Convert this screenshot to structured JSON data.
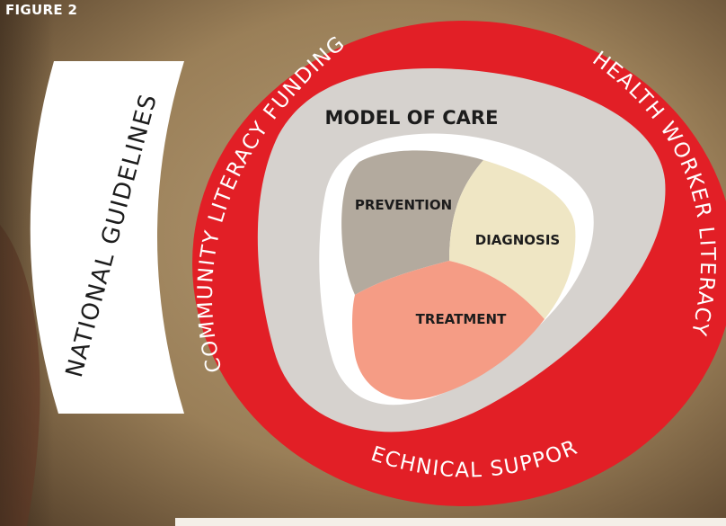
{
  "figure_label": "FIGURE 2",
  "left_panel": {
    "label": "NATIONAL GUIDELINES"
  },
  "outer_ring": {
    "labels": {
      "top_left": "COMMUNITY LITERACY FUNDING",
      "top_right": "HEALTH WORKER LITERACY",
      "bottom": "TECHNICAL SUPPORT"
    }
  },
  "model_of_care": {
    "title": "MODEL OF CARE",
    "sections": {
      "prevention": "PREVENTION",
      "diagnosis": "DIAGNOSIS",
      "treatment": "TREATMENT"
    }
  },
  "colors": {
    "outer_ring": "#e21f26",
    "model_ring": "#d6d2ce",
    "white_ring": "#ffffff",
    "prevention": "#b3aa9e",
    "diagnosis": "#efe6c4",
    "treatment": "#f59c85",
    "background_dark": "#5a4530",
    "background_light": "#a8906a"
  }
}
